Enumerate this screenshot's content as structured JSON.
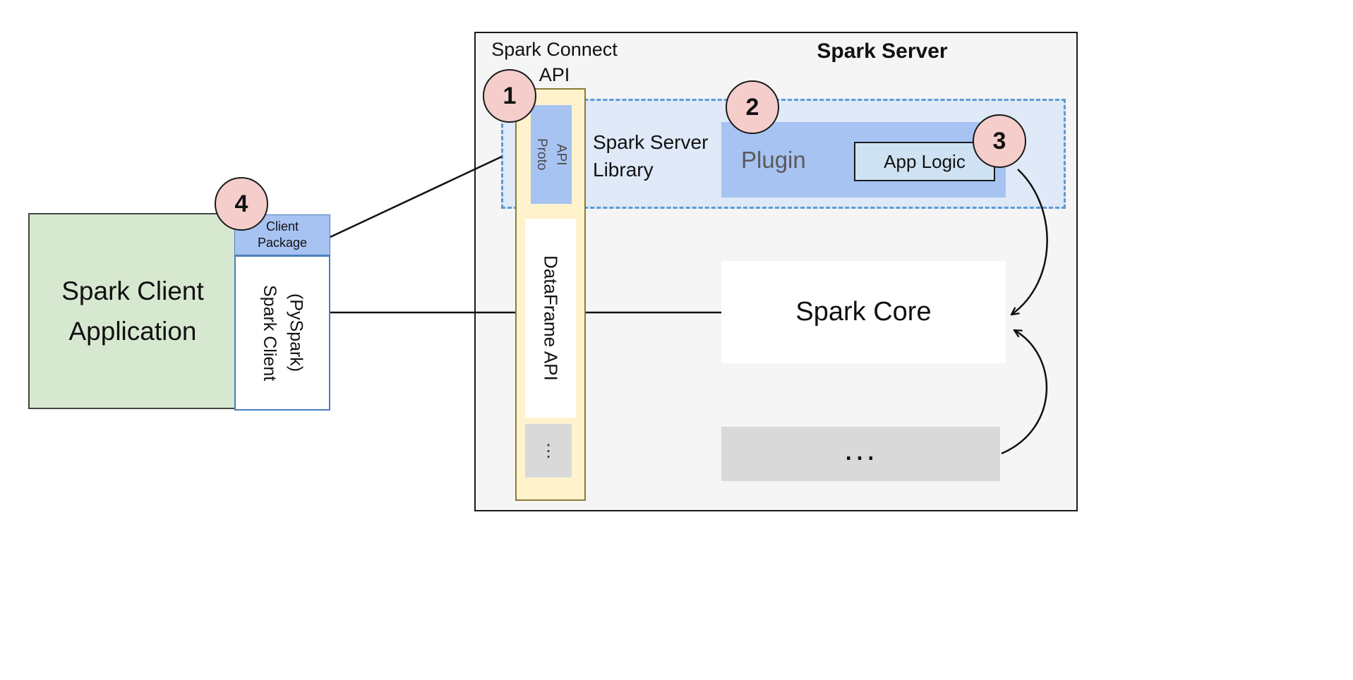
{
  "client": {
    "app_line1": "Spark Client",
    "app_line2": "Application",
    "package_line1": "Client",
    "package_line2": "Package",
    "pyspark_line1": "Spark Client",
    "pyspark_line2": "(PySpark)"
  },
  "server": {
    "title": "Spark Server",
    "connect_line1": "Spark Connect",
    "connect_line2": "API",
    "proto_line1": "Proto",
    "proto_line2": "API",
    "dataframe": "DataFrame API",
    "col_ellipsis": "⋮",
    "library_line1": "Spark Server",
    "library_line2": "Library",
    "plugin": "Plugin",
    "app_logic": "App Logic",
    "core": "Spark Core",
    "bottom_ellipsis": "..."
  },
  "badges": [
    "1",
    "2",
    "3",
    "4"
  ],
  "colors": {
    "server_fill": "#f5f5f5",
    "server_border": "#1a1a1a",
    "yellow_fill": "#fff3cd",
    "yellow_border": "#8a7a35",
    "blue_fill": "#a7c3f2",
    "region_fill": "#dfe9f8",
    "region_border": "#5b9bd5",
    "applogic_fill": "#cfe2f3",
    "gray_fill": "#d9d9d9",
    "green_fill": "#d7e8d0",
    "green_border": "#444444",
    "client_border": "#4a7ebb",
    "circle_fill": "#f5cdcb",
    "circle_border": "#1a1a1a",
    "plugin_text": "#5a5a5a",
    "line_color": "#111111"
  }
}
